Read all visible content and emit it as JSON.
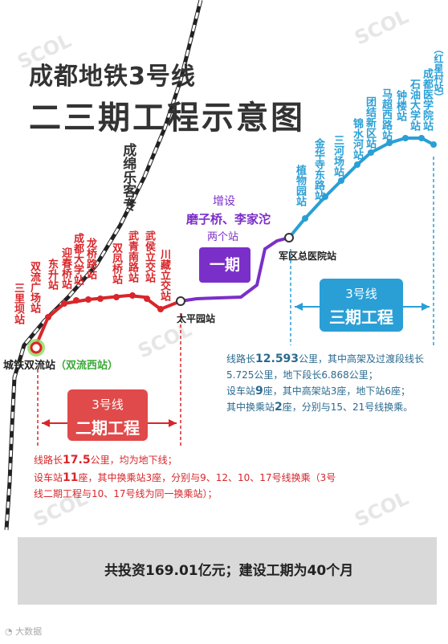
{
  "watermark": "SCOL",
  "title": {
    "line1": "成都地铁3号线",
    "line2": "二三期工程示意图"
  },
  "railway_label": "成绵乐客专",
  "stations_phase2": [
    "三里坝站",
    "双流广场站",
    "东升站",
    "迎春桥站",
    "成都大学站",
    "龙桥路站",
    "双凤桥站",
    "武青南路站",
    "武侯立交站",
    "川藏立交站"
  ],
  "stations_phase3": [
    "植物园站",
    "金华寺东路站",
    "三河场站",
    "锦水河站",
    "团结新区站",
    "马超西路站",
    "钟楼站",
    "石油大学站",
    "成都医学院站",
    "（红星村站）"
  ],
  "terminal": {
    "name": "城铁双流站",
    "alias": "（双流西站）"
  },
  "taipingyuan": "太平园站",
  "hospital": "军区总医院站",
  "phase1": {
    "add_prefix": "增设",
    "stations": "磨子桥、李家沱",
    "count": "两个站",
    "label": "一期"
  },
  "phase2": {
    "line": "3号线",
    "label": "二期工程"
  },
  "phase3": {
    "line": "3号线",
    "label": "三期工程"
  },
  "phase3_info": [
    [
      "线路长",
      "12.593",
      "公里，其中高架及过渡段线长"
    ],
    [
      "",
      "",
      "5.725公里，地下段长6.868公里；"
    ],
    [
      "设车站",
      "9",
      "座，其中高架站3座，地下站6座；"
    ],
    [
      "其中换乘站",
      "2",
      "座，分别与15、21号线换乘。"
    ]
  ],
  "phase2_info": [
    [
      "线路长",
      "17.5",
      "公里，均为地下线；"
    ],
    [
      "设车站",
      "11",
      "座，其中换乘站3座，分别与9、12、10、17号线换乘（3号"
    ],
    [
      "",
      "",
      "线二期工程与10、17号线为同一换乘站）；"
    ]
  ],
  "footer": "共投资169.01亿元；建设工期为40个月",
  "credit": "大数据",
  "colors": {
    "red": "#d8262a",
    "blue": "#2a9fd6",
    "purple": "#7b2fc9",
    "footer_bg": "#d9d9d9"
  }
}
